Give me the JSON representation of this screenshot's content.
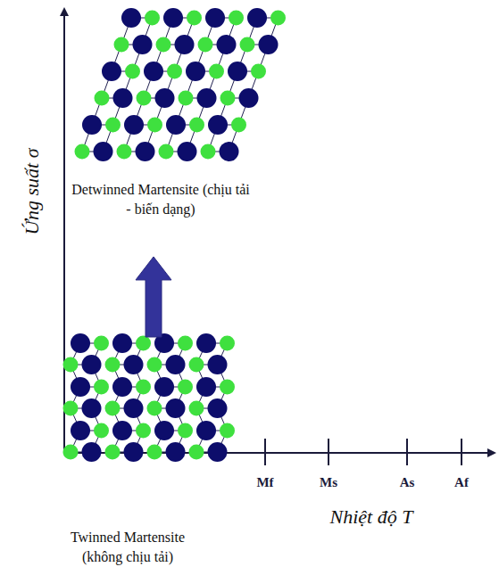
{
  "diagram": {
    "nodes": [
      {
        "text": [
          "Detwinned Martensite (chịu tải - biến dạng)"
        ]
      },
      {
        "text": [
          "Twinned Martensite (không chịu tải)"
        ]
      }
    ],
    "edges": [
      {
        "from": 1,
        "to": 0,
        "arrow": "to"
      }
    ],
    "labels": [
      "Ứng suất σ",
      "Nhiệt độ T",
      "Mf",
      "Ms",
      "As",
      "Af"
    ]
  }
}
